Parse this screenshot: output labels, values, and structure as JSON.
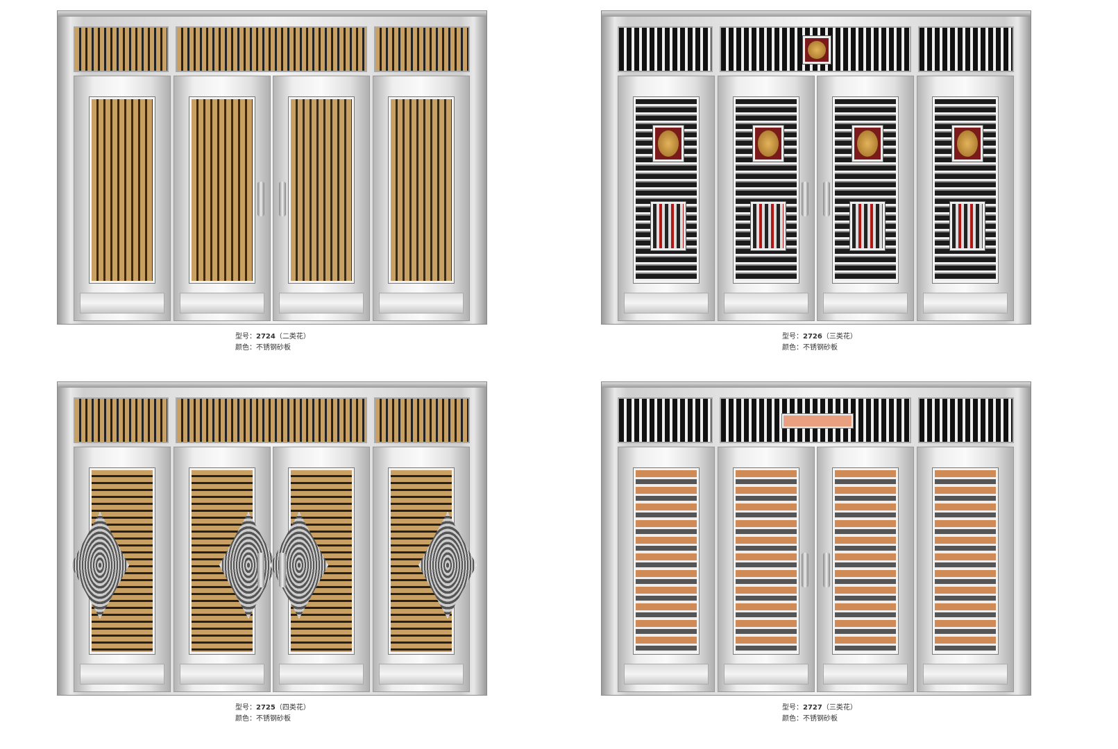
{
  "products": [
    {
      "model_label": "型号：",
      "model": "2724",
      "category": "（二类花）",
      "color_label": "颜色：",
      "color": "不锈钢砂板",
      "style": "gold-bars"
    },
    {
      "model_label": "型号：",
      "model": "2726",
      "category": "（三类花）",
      "color_label": "颜色：",
      "color": "不锈钢砂板",
      "style": "black-fu"
    },
    {
      "model_label": "型号：",
      "model": "2725",
      "category": "（四类花）",
      "color_label": "颜色：",
      "color": "不锈钢砂板",
      "style": "gold-diamond"
    },
    {
      "model_label": "型号：",
      "model": "2727",
      "category": "（三类花）",
      "color_label": "颜色：",
      "color": "不锈钢砂板",
      "style": "copper-lattice"
    }
  ],
  "colors": {
    "gold": "#c9a063",
    "black": "#1c1c1c",
    "copper": "#d08a55",
    "steel": "#e6e6e6"
  }
}
